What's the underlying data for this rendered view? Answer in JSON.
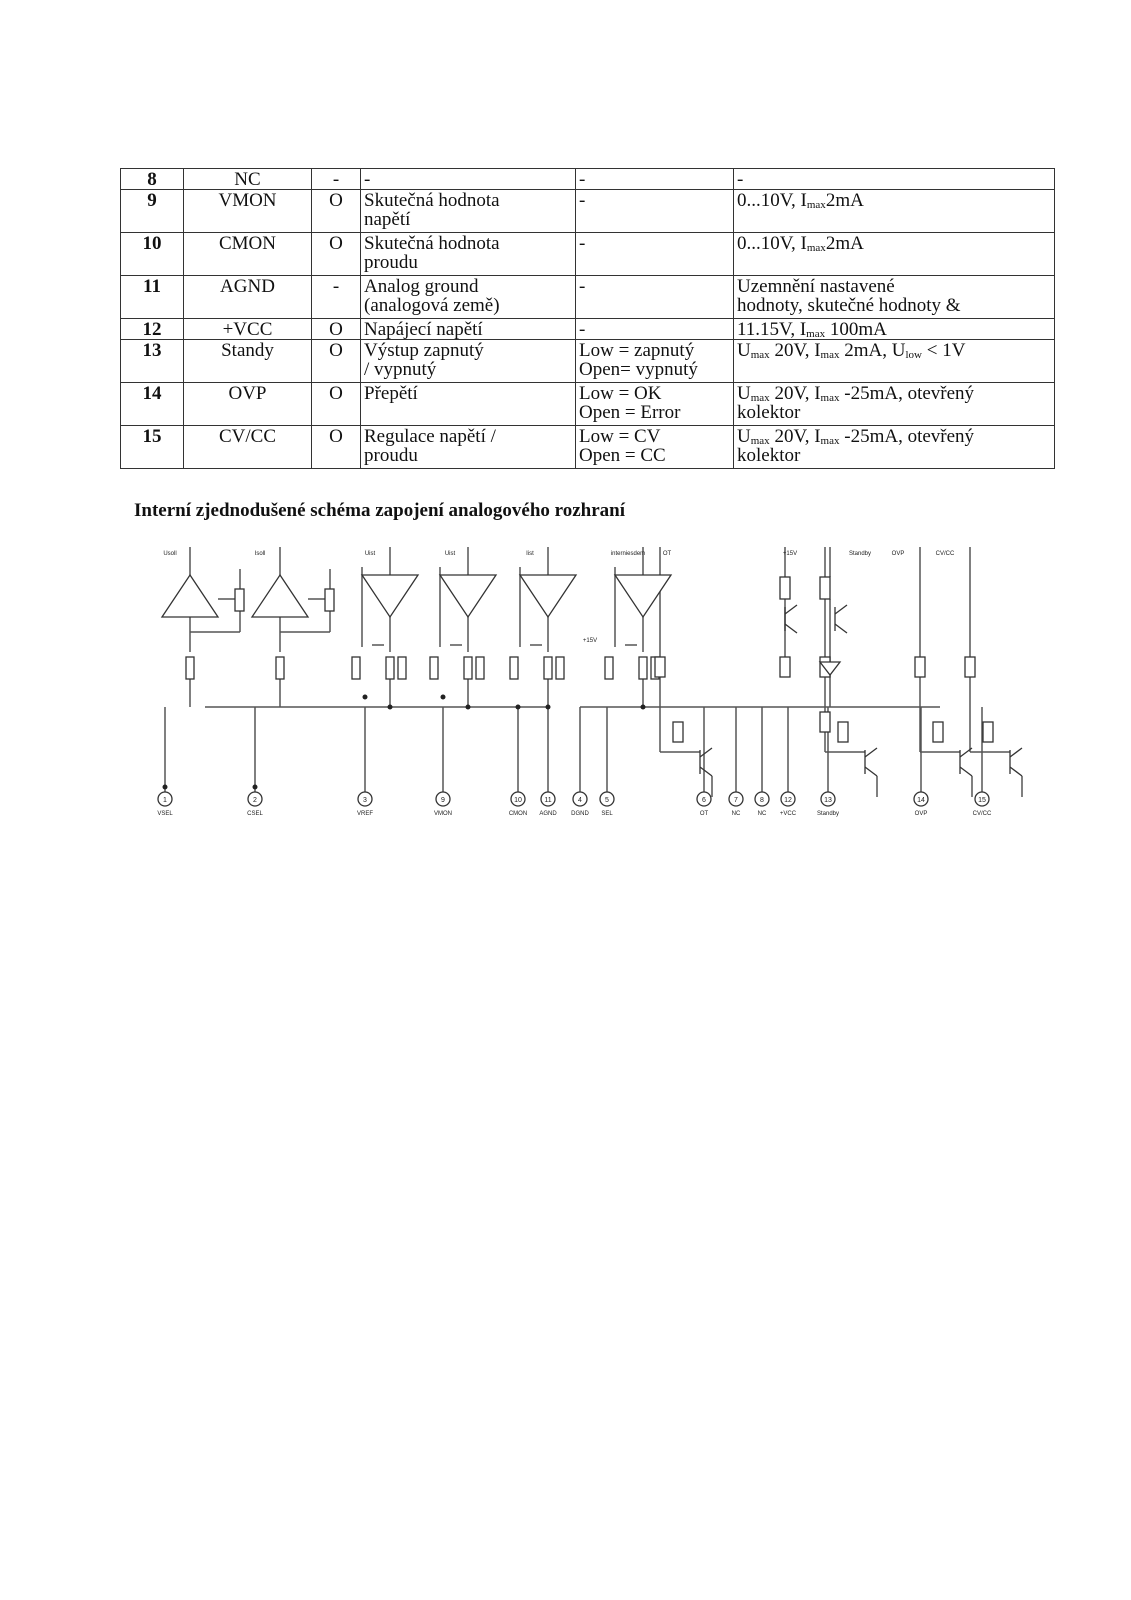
{
  "table": {
    "rows": [
      {
        "pin": "8",
        "signal": "NC",
        "dir": "-",
        "desc1": "-",
        "desc2": "",
        "level1": "-",
        "level2": "",
        "spec1": "-",
        "spec2": ""
      },
      {
        "pin": "9",
        "signal": "VMON",
        "dir": "O",
        "desc1": "Skutečná hodnota",
        "desc2": "napětí",
        "level1": "-",
        "level2": "",
        "spec1": "0...10V, I",
        "spec1_sub": "max",
        "spec1_tail": "2mA",
        "spec2": ""
      },
      {
        "pin": "10",
        "signal": "CMON",
        "dir": "O",
        "desc1": "Skutečná hodnota",
        "desc2": "proudu",
        "level1": "-",
        "level2": "",
        "spec1": "0...10V, I",
        "spec1_sub": "max",
        "spec1_tail": "2mA",
        "spec2": ""
      },
      {
        "pin": "11",
        "signal": "AGND",
        "dir": "-",
        "desc1": "Analog ground",
        "desc2": "(analogová země)",
        "level1": "-",
        "level2": "",
        "spec1": "Uzemnění nastavené",
        "spec2": "hodnoty, skutečné hodnoty &"
      },
      {
        "pin": "12",
        "signal": "+VCC",
        "dir": "O",
        "desc1": "Napájecí napětí",
        "desc2": "",
        "level1": "-",
        "level2": "",
        "spec1": "11.15V, I",
        "spec1_sub": "max",
        "spec1_tail": " 100mA",
        "spec2": ""
      },
      {
        "pin": "13",
        "signal": "Standy",
        "dir": "O",
        "desc1": "Výstup zapnutý",
        "desc2": "/ vypnutý",
        "level1": "Low = zapnutý",
        "level2": "Open= vypnutý",
        "spec1": "U",
        "spec1_sub": "max",
        "spec1_tail": " 20V, I",
        "spec1_sub2": "max",
        "spec1_tail2": " 2mA, U",
        "spec1_sub3": "low",
        "spec1_tail3": " < 1V",
        "spec2": ""
      },
      {
        "pin": "14",
        "signal": "OVP",
        "dir": "O",
        "desc1": "Přepětí",
        "desc2": "",
        "level1": "Low = OK",
        "level2": "Open = Error",
        "spec1": "U",
        "spec1_sub": "max",
        "spec1_tail": " 20V, I",
        "spec1_sub2": "max",
        "spec1_tail2": " -25mA, otevřený",
        "spec2": "kolektor"
      },
      {
        "pin": "15",
        "signal": "CV/CC",
        "dir": "O",
        "desc1": "Regulace napětí /",
        "desc2": "proudu",
        "level1": "Low = CV",
        "level2": "Open = CC",
        "spec1": "U",
        "spec1_sub": "max",
        "spec1_tail": " 20V, I",
        "spec1_sub2": "max",
        "spec1_tail2": " -25mA, otevřený",
        "spec2": "kolektor"
      }
    ]
  },
  "heading": "Interní zjednodušené schéma zapojení analogového rozhraní",
  "schematic": {
    "top_labels": [
      "Usoll",
      "Isoll",
      "Uist",
      "Uist",
      "Iist",
      "interniesdem",
      "OT",
      "+15V",
      "Standby",
      "OVP",
      "CV/CC"
    ],
    "pin_numbers": [
      "1",
      "2",
      "3",
      "9",
      "10",
      "11",
      "4",
      "5",
      "6",
      "7",
      "8",
      "12",
      "13",
      "14",
      "15"
    ],
    "pin_names": [
      "VSEL",
      "CSEL",
      "VREF",
      "VMON",
      "CMON",
      "AGND",
      "DGND",
      "SEL",
      "OT",
      "NC",
      "NC",
      "+VCC",
      "Standby",
      "OVP",
      "CV/CC"
    ],
    "supply_label": "+15V"
  }
}
